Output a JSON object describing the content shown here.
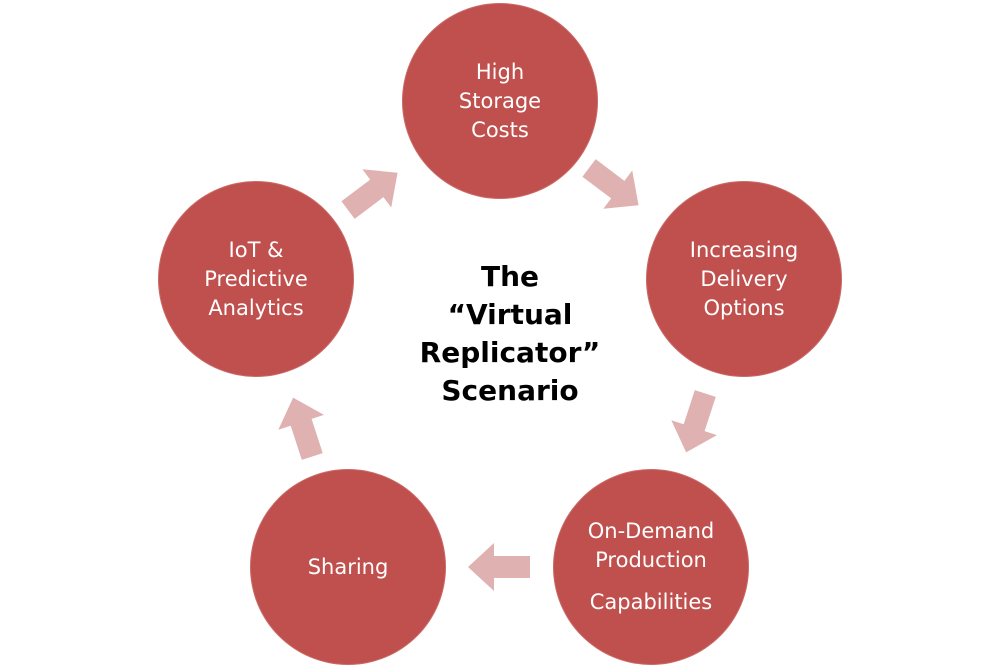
{
  "colors": {
    "node_fill": "#c0504d",
    "arrow_fill": "#dfb2b1",
    "node_text": "#ffffff",
    "title_text": "#000000"
  },
  "center_title": {
    "lines": [
      "The",
      "“Virtual",
      "Replicator”",
      "Scenario"
    ]
  },
  "nodes": {
    "high_storage": {
      "lines": [
        "High",
        "Storage",
        "Costs"
      ]
    },
    "delivery": {
      "lines": [
        "Increasing",
        "Delivery",
        "Options"
      ]
    },
    "ondemand": {
      "lines": [
        "On-Demand",
        "Production",
        "Capabilities"
      ]
    },
    "sharing": {
      "lines": [
        "Sharing"
      ]
    },
    "iot": {
      "lines": [
        "IoT &",
        "Predictive",
        "Analytics"
      ]
    }
  },
  "cycle_direction": "clockwise"
}
